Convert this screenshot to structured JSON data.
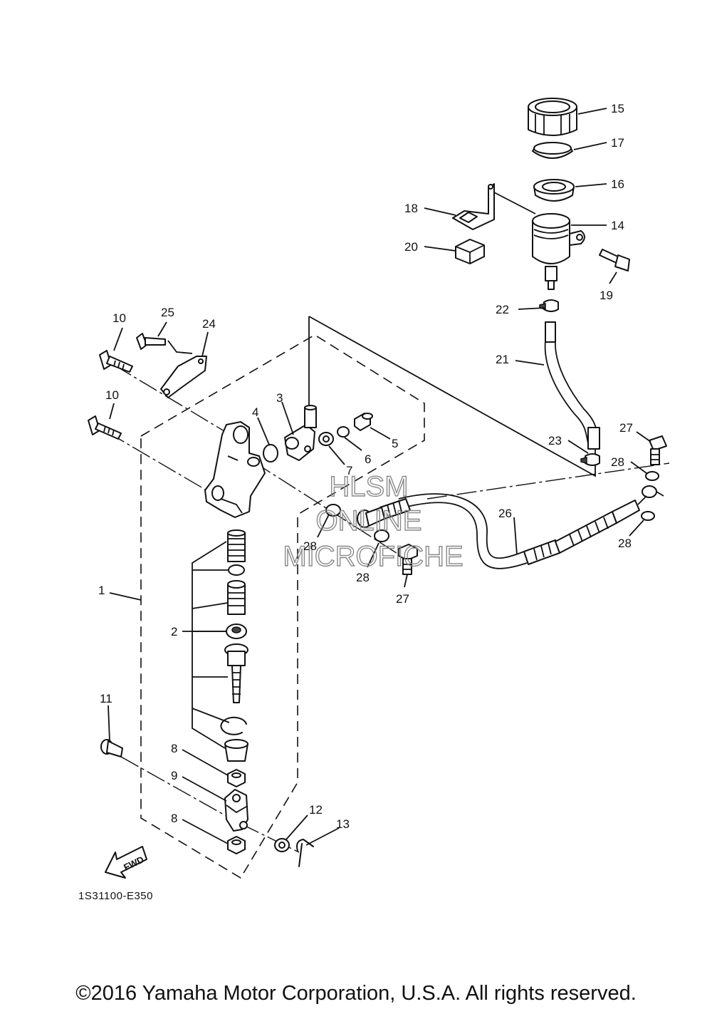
{
  "diagram": {
    "callouts": [
      {
        "id": "c1",
        "label": "1"
      },
      {
        "id": "c2",
        "label": "2"
      },
      {
        "id": "c3",
        "label": "3"
      },
      {
        "id": "c4",
        "label": "4"
      },
      {
        "id": "c5",
        "label": "5"
      },
      {
        "id": "c6",
        "label": "6"
      },
      {
        "id": "c7",
        "label": "7"
      },
      {
        "id": "c8a",
        "label": "8"
      },
      {
        "id": "c8b",
        "label": "8"
      },
      {
        "id": "c9",
        "label": "9"
      },
      {
        "id": "c10a",
        "label": "10"
      },
      {
        "id": "c10b",
        "label": "10"
      },
      {
        "id": "c11",
        "label": "11"
      },
      {
        "id": "c12",
        "label": "12"
      },
      {
        "id": "c13",
        "label": "13"
      },
      {
        "id": "c14",
        "label": "14"
      },
      {
        "id": "c15",
        "label": "15"
      },
      {
        "id": "c16",
        "label": "16"
      },
      {
        "id": "c17",
        "label": "17"
      },
      {
        "id": "c18",
        "label": "18"
      },
      {
        "id": "c19",
        "label": "19"
      },
      {
        "id": "c20",
        "label": "20"
      },
      {
        "id": "c21",
        "label": "21"
      },
      {
        "id": "c22",
        "label": "22"
      },
      {
        "id": "c23",
        "label": "23"
      },
      {
        "id": "c24",
        "label": "24"
      },
      {
        "id": "c25",
        "label": "25"
      },
      {
        "id": "c26",
        "label": "26"
      },
      {
        "id": "c27a",
        "label": "27"
      },
      {
        "id": "c27b",
        "label": "27"
      },
      {
        "id": "c28a",
        "label": "28"
      },
      {
        "id": "c28b",
        "label": "28"
      },
      {
        "id": "c28c",
        "label": "28"
      },
      {
        "id": "c28d",
        "label": "28"
      }
    ],
    "fwd_label": "FWD",
    "drawing_code": "1S31100-E350",
    "watermark": [
      "HLSM",
      "ONLINE",
      "MICROFICHE"
    ]
  },
  "footer": {
    "copyright": "©2016 Yamaha Motor Corporation, U.S.A. All rights reserved."
  }
}
